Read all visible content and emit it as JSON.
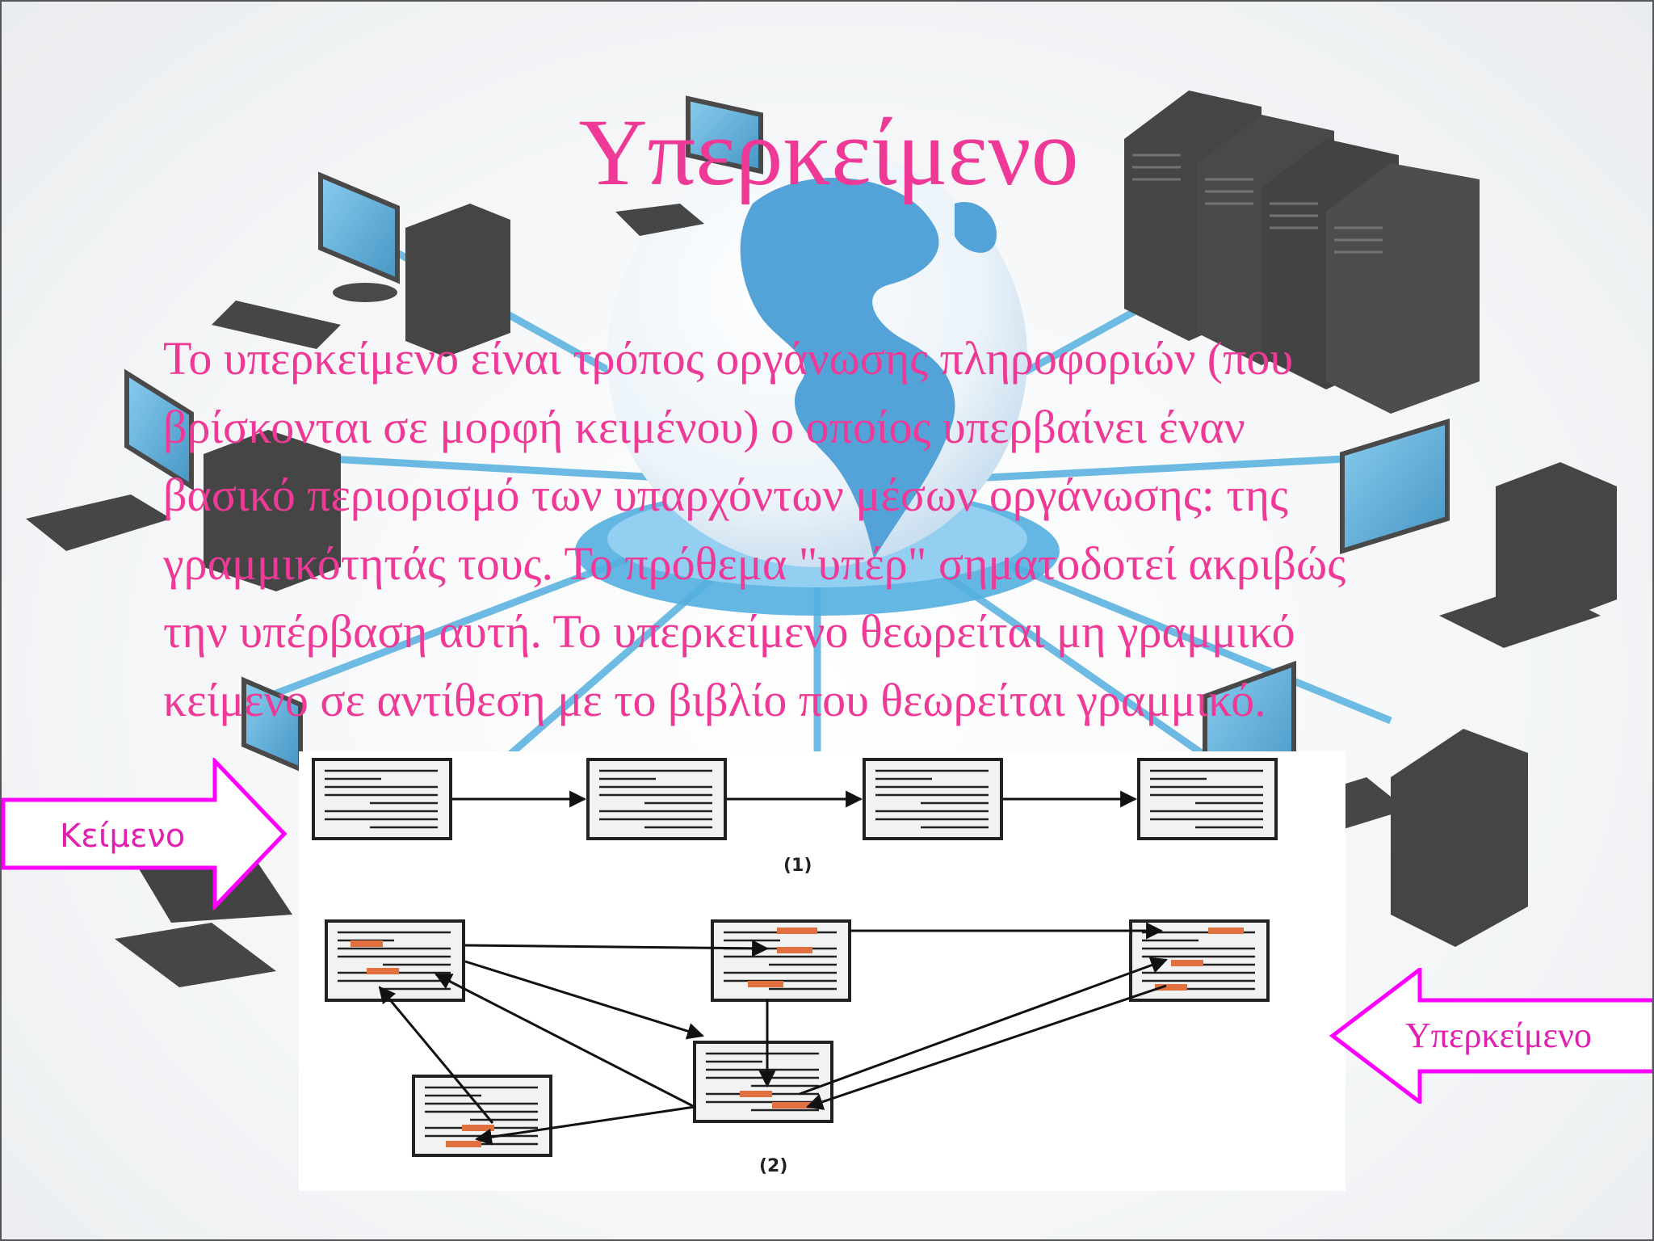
{
  "slide": {
    "title": "Υπερκείμενο",
    "body_lines": [
      " Το υπερκείμενο είναι τρόπος οργάνωσης πληροφοριών (που",
      "βρίσκονται σε μορφή κειμένου) ο οποίος υπερβαίνει έναν",
      "βασικό περιορισμό των υπαρχόντων μέσων οργάνωσης: της",
      "γραμμικότητάς τους. Το πρόθεμα \"υπέρ\" σηματοδοτεί ακριβώς",
      "την υπέρβαση αυτή. Το υπερκείμενο θεωρείται μη γραμμικό",
      "κείμενο σε αντίθεση με το βιβλίο που θεωρείται γραμμικό."
    ],
    "accent_color": "#ee3a96",
    "callout_color": "#ff00ff"
  },
  "diagram": {
    "label_linear": "(1)",
    "label_hypertext": "(2)",
    "link_color": "#e07040"
  },
  "callouts": {
    "left_label": "Κείμενο",
    "right_label": "Υπερκείμενο"
  },
  "background": {
    "description_icons": [
      "globe-icon",
      "server-rack-icon",
      "desktop-computer-icon",
      "keyboard-icon"
    ],
    "network_color": "#2f9ed8"
  }
}
